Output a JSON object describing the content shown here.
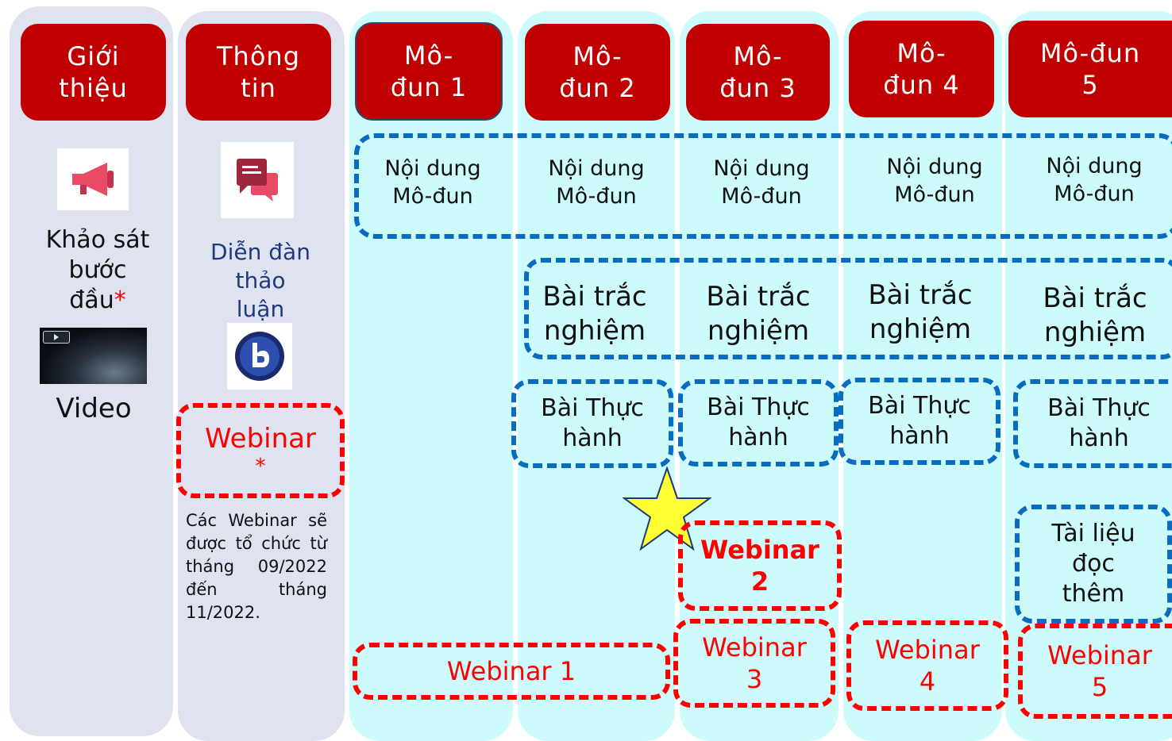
{
  "headers": {
    "gioi_thieu": "Giới\nthiệu",
    "thong_tin": "Thông\ntin",
    "modun1": "Mô-\nđun 1",
    "modun2": "Mô-\nđun 2",
    "modun3": "Mô-\nđun 3",
    "modun4": "Mô-\nđun 4",
    "modun5": "Mô-đun\n5"
  },
  "intro": {
    "survey_label": "Khảo sát\nbước\nđầu",
    "required_mark": "*",
    "video_label": "Video"
  },
  "info": {
    "forum_label": "Diễn đàn\nthảo\nluận",
    "webinar_label": "Webinar",
    "webinar_mark": "*",
    "note": "Các Webinar sẽ được tổ chức từ tháng 09/2022 đến tháng 11/2022."
  },
  "content": {
    "label": "Nội dung\nMô-đun"
  },
  "quiz": {
    "label": "Bài trắc\nnghiệm"
  },
  "practice": {
    "label": "Bài Thực\nhành"
  },
  "reading": {
    "label": "Tài liệu\nđọc\nthêm"
  },
  "webinars": {
    "w1": "Webinar 1",
    "w2": "Webinar\n2",
    "w3": "Webinar\n3",
    "w4": "Webinar\n4",
    "w5": "Webinar\n5"
  },
  "colors": {
    "header_red": "#c00000",
    "dash_blue": "#0b6bbf",
    "dash_red": "#ff0000",
    "forum_text": "#1f3a7a",
    "column_gray": "#dfe3f0",
    "column_cyan": "#cdfbfb",
    "star_fill": "#ffff33"
  }
}
